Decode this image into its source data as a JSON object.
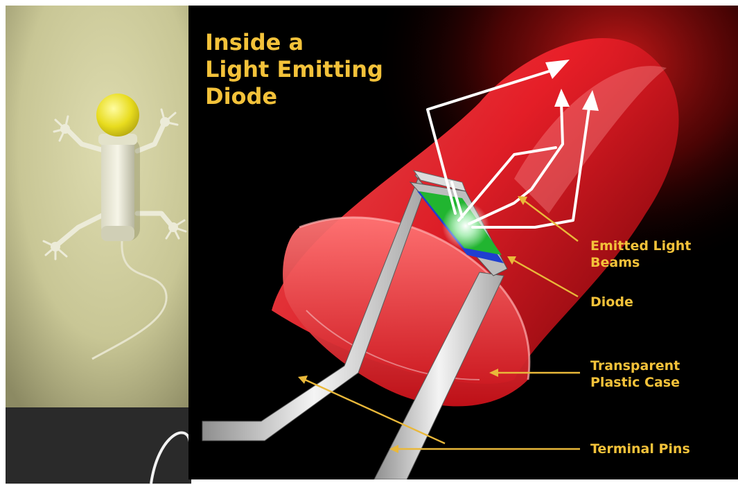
{
  "title": {
    "line1": "Inside a",
    "line2": "Light Emitting",
    "line3": "Diode"
  },
  "callouts": {
    "emitted_line1": "Emitted Light",
    "emitted_line2": "Beams",
    "diode": "Diode",
    "case_line1": "Transparent",
    "case_line2": "Plastic Case",
    "pins": "Terminal Pins"
  },
  "colors": {
    "label": "#f3c23a",
    "led_red": "#e81e25",
    "chip_green": "#1fb52c",
    "background": "#000000",
    "wall": "#c9c89a"
  }
}
